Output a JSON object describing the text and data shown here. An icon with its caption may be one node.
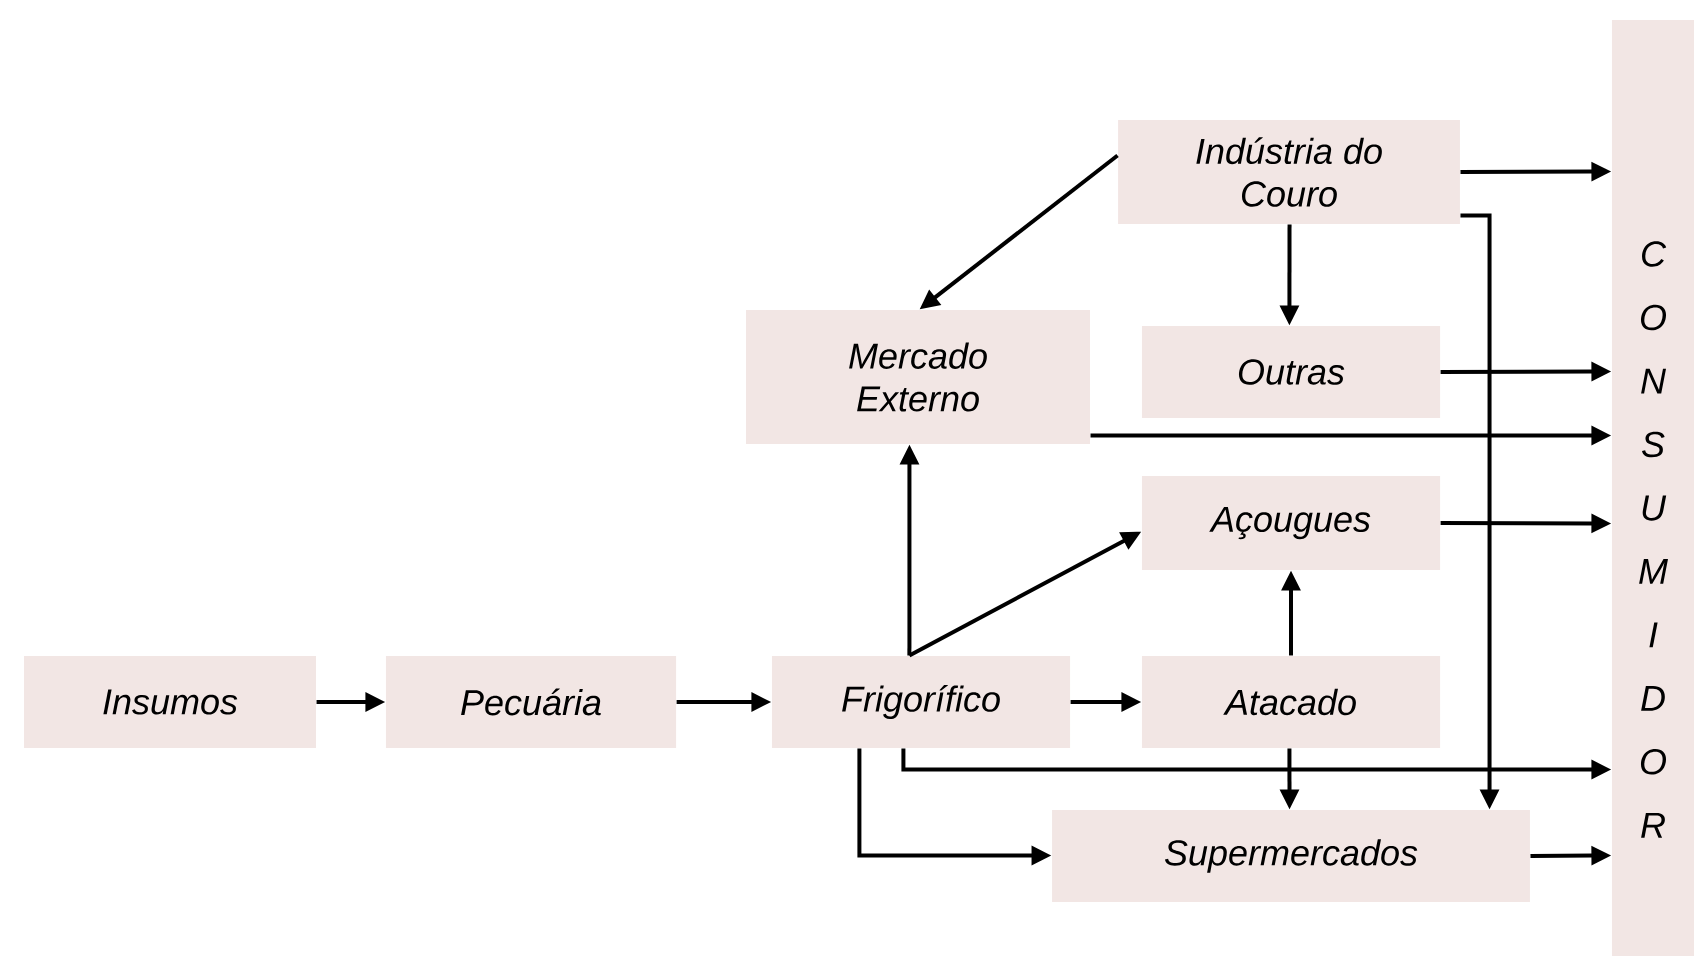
{
  "diagram": {
    "nodes": [
      {
        "text": [
          "Insumos"
        ]
      },
      {
        "text": [
          "Pecuária"
        ]
      },
      {
        "text": [
          "Frigorífico"
        ]
      },
      {
        "text": [
          "Indústria do Couro"
        ]
      },
      {
        "text": [
          "Mercado Externo"
        ]
      },
      {
        "text": [
          "Outras"
        ]
      },
      {
        "text": [
          "Açougues"
        ]
      },
      {
        "text": [
          "Atacado"
        ]
      },
      {
        "text": [
          "Supermercados"
        ]
      },
      {
        "text": [
          "C O N S U M I D O R"
        ]
      }
    ],
    "edges": [
      {
        "from": 0,
        "to": 1,
        "arrow": "to"
      },
      {
        "from": 1,
        "to": 2,
        "arrow": "to"
      },
      {
        "from": 2,
        "to": 7,
        "arrow": "to"
      },
      {
        "from": 2,
        "to": 4,
        "arrow": "to"
      },
      {
        "from": 2,
        "to": 6,
        "arrow": "to"
      },
      {
        "from": 7,
        "to": 6,
        "arrow": "to"
      },
      {
        "from": 7,
        "to": 8,
        "arrow": "to"
      },
      {
        "from": 2,
        "to": 9,
        "arrow": "to"
      },
      {
        "from": 2,
        "to": 8,
        "arrow": "to"
      },
      {
        "from": 8,
        "to": 9,
        "arrow": "to"
      },
      {
        "from": 3,
        "to": 9,
        "arrow": "to"
      },
      {
        "from": 3,
        "to": 4,
        "arrow": "to"
      },
      {
        "from": 3,
        "to": 5,
        "arrow": "to"
      },
      {
        "from": 3,
        "to": 8,
        "arrow": "to"
      },
      {
        "from": 4,
        "to": 9,
        "arrow": "to"
      },
      {
        "from": 5,
        "to": 9,
        "arrow": "to"
      },
      {
        "from": 6,
        "to": 9,
        "arrow": "to"
      }
    ]
  }
}
